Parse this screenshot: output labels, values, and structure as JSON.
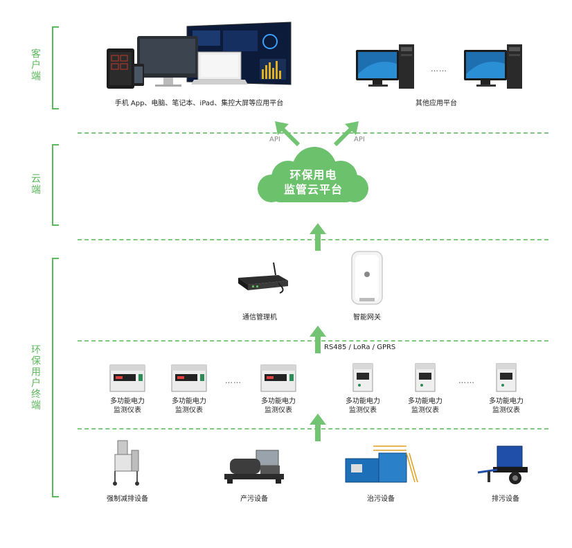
{
  "tiers": {
    "client": "客户端",
    "cloud": "云端",
    "terminal": "环保用户终端"
  },
  "client": {
    "devices_caption": "手机 App、电脑、笔记本、iPad、集控大屏等应用平台",
    "other_caption": "其他应用平台",
    "ellipsis": "……"
  },
  "api_left": "API",
  "api_right": "API",
  "cloud": {
    "line1": "环保用电",
    "line2": "监管云平台"
  },
  "gateway": {
    "comm_manager": "通信管理机",
    "smart_gateway": "智能网关"
  },
  "protocols": "RS485 / LoRa / GPRS",
  "meters": {
    "line1": "多功能电力",
    "line2": "监测仪表",
    "ellipsis": "……"
  },
  "equipment": {
    "forced_reduction": "强制减排设备",
    "pollution_production": "产污设备",
    "pollution_treatment": "治污设备",
    "discharge": "排污设备"
  },
  "colors": {
    "green": "#5cb85c",
    "cloud_green": "#6cc16c",
    "arrow_green": "#72c472"
  }
}
